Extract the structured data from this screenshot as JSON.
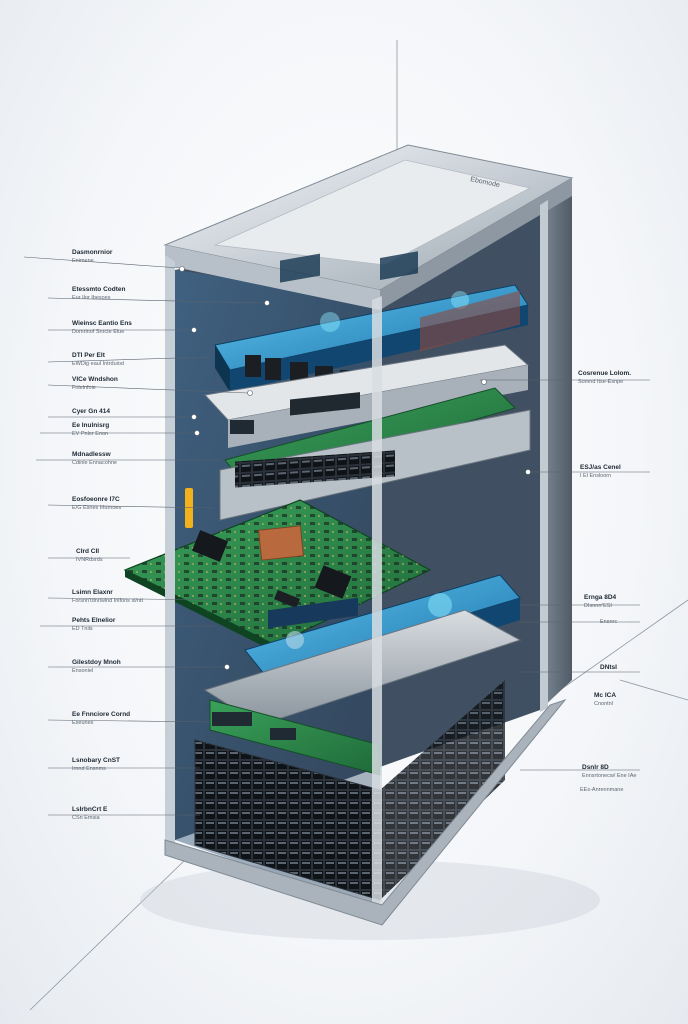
{
  "brand": "Ebomode",
  "labels_left": [
    {
      "title": "Dasmonrnior",
      "sub": "Enimene"
    },
    {
      "title": "Etessmto Codten",
      "sub": "Eur Ilor Ibesoes"
    },
    {
      "title": "Wieinsc Eantio Ens",
      "sub": "Domrinof Snrcte Elue"
    },
    {
      "title": "DTI Per Elt",
      "sub": "EWDig eaul Intrduiod"
    },
    {
      "title": "VICe Wndshon",
      "sub": "Fnlelnfoie"
    },
    {
      "title": "Cyer Gn 414",
      "sub": ""
    },
    {
      "title": "Ee Inulnisrg",
      "sub": "EV Pnler Enon"
    },
    {
      "title": "Mdnadlessw",
      "sub": "Cdinle Ennacohne"
    },
    {
      "title": "Eosfoeonre I7C",
      "sub": "E/G Esnes Irlurnoes"
    },
    {
      "title": "CIrd CII",
      "sub": "IVNRdsrds"
    },
    {
      "title": "Lsimn Elaxnr",
      "sub": "Forsnn'tdnrlwind Inifons xl/ntt"
    },
    {
      "title": "Pehts Elnelior",
      "sub": "ED Tnils"
    },
    {
      "title": "Gilestdoy Mnoh",
      "sub": "Ensoniel"
    },
    {
      "title": "Ee Fnnciore Cornd",
      "sub": "Eseunes"
    },
    {
      "title": "Lsnobary CnST",
      "sub": "Irnnd Ensnms"
    },
    {
      "title": "LsIrbnCrt E",
      "sub": "CSn Emsia"
    }
  ],
  "labels_right": [
    {
      "title": "Cosrenue Lolom.",
      "sub": "Somnd Itse-Esnpe"
    },
    {
      "title": "ESJ/as Cenel",
      "sub": "I El Ensloorn"
    },
    {
      "title": "Ernga 8D4",
      "sub": "DIsnnrr'ESI"
    },
    {
      "title": "",
      "sub": "Ensnrc"
    },
    {
      "title": "DNtsI",
      "sub": ""
    },
    {
      "title": "Mc ICA",
      "sub": "Cnontnl"
    },
    {
      "title": "Dsnlr 8D",
      "sub": "Ennsrtonecw/  Ene IAe"
    },
    {
      "title": "",
      "sub": "EEs-Anrennmane"
    }
  ]
}
